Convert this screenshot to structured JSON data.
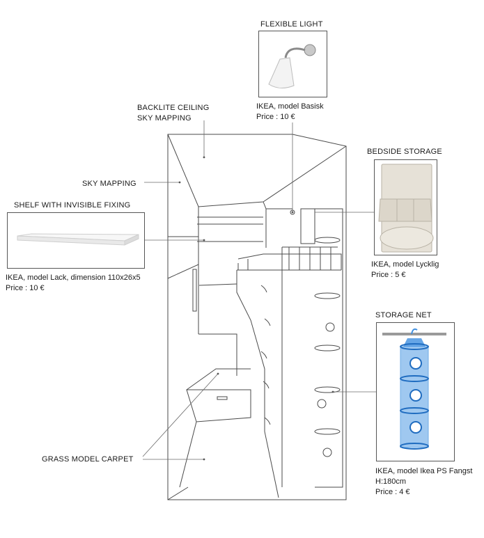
{
  "labels": {
    "flexible_light": "FLEXIBLE LIGHT",
    "backlite_line1": "BACKLITE CEILING",
    "backlite_line2": "SKY MAPPING",
    "sky_mapping": "SKY MAPPING",
    "shelf": "SHELF WITH INVISIBLE FIXING",
    "bedside_storage": "BEDSIDE STORAGE",
    "storage_net": "STORAGE NET",
    "grass_carpet": "GRASS MODEL CARPET"
  },
  "products": {
    "light": {
      "model": "IKEA, model Basisk",
      "price": "Price : 10 €"
    },
    "shelf": {
      "model": "IKEA, model Lack, dimension 110x26x5",
      "price": "Price : 10 €"
    },
    "bedside": {
      "model": "IKEA, model Lycklig",
      "price": "Price : 5 €"
    },
    "net": {
      "model": "IKEA, model Ikea PS Fangst",
      "height": "H:180cm",
      "price": "Price : 4 €"
    }
  },
  "colors": {
    "line": "#4a4a4a",
    "net_blue": "#3f8fe0",
    "bag_beige": "#e4dfd4",
    "shelf_white": "#f4f4f4"
  }
}
